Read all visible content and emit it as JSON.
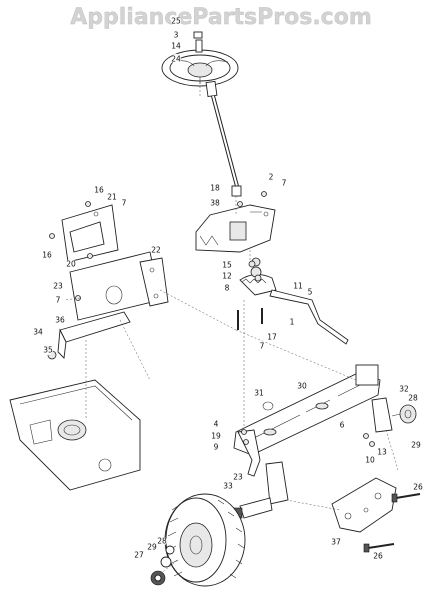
{
  "watermark": "AppliancePartsPros.com",
  "callouts": [
    {
      "n": "25"
    },
    {
      "n": "3"
    },
    {
      "n": "14"
    },
    {
      "n": "24"
    },
    {
      "n": "18"
    },
    {
      "n": "2"
    },
    {
      "n": "7"
    },
    {
      "n": "38"
    },
    {
      "n": "16"
    },
    {
      "n": "21"
    },
    {
      "n": "7"
    },
    {
      "n": "16"
    },
    {
      "n": "20"
    },
    {
      "n": "22"
    },
    {
      "n": "23"
    },
    {
      "n": "7"
    },
    {
      "n": "15"
    },
    {
      "n": "12"
    },
    {
      "n": "8"
    },
    {
      "n": "11"
    },
    {
      "n": "5"
    },
    {
      "n": "34"
    },
    {
      "n": "36"
    },
    {
      "n": "35"
    },
    {
      "n": "17"
    },
    {
      "n": "1"
    },
    {
      "n": "7"
    },
    {
      "n": "31"
    },
    {
      "n": "30"
    },
    {
      "n": "32"
    },
    {
      "n": "28"
    },
    {
      "n": "4"
    },
    {
      "n": "19"
    },
    {
      "n": "9"
    },
    {
      "n": "6"
    },
    {
      "n": "10"
    },
    {
      "n": "13"
    },
    {
      "n": "29"
    },
    {
      "n": "23"
    },
    {
      "n": "33"
    },
    {
      "n": "26"
    },
    {
      "n": "37"
    },
    {
      "n": "27"
    },
    {
      "n": "29"
    },
    {
      "n": "28"
    },
    {
      "n": "26"
    }
  ]
}
